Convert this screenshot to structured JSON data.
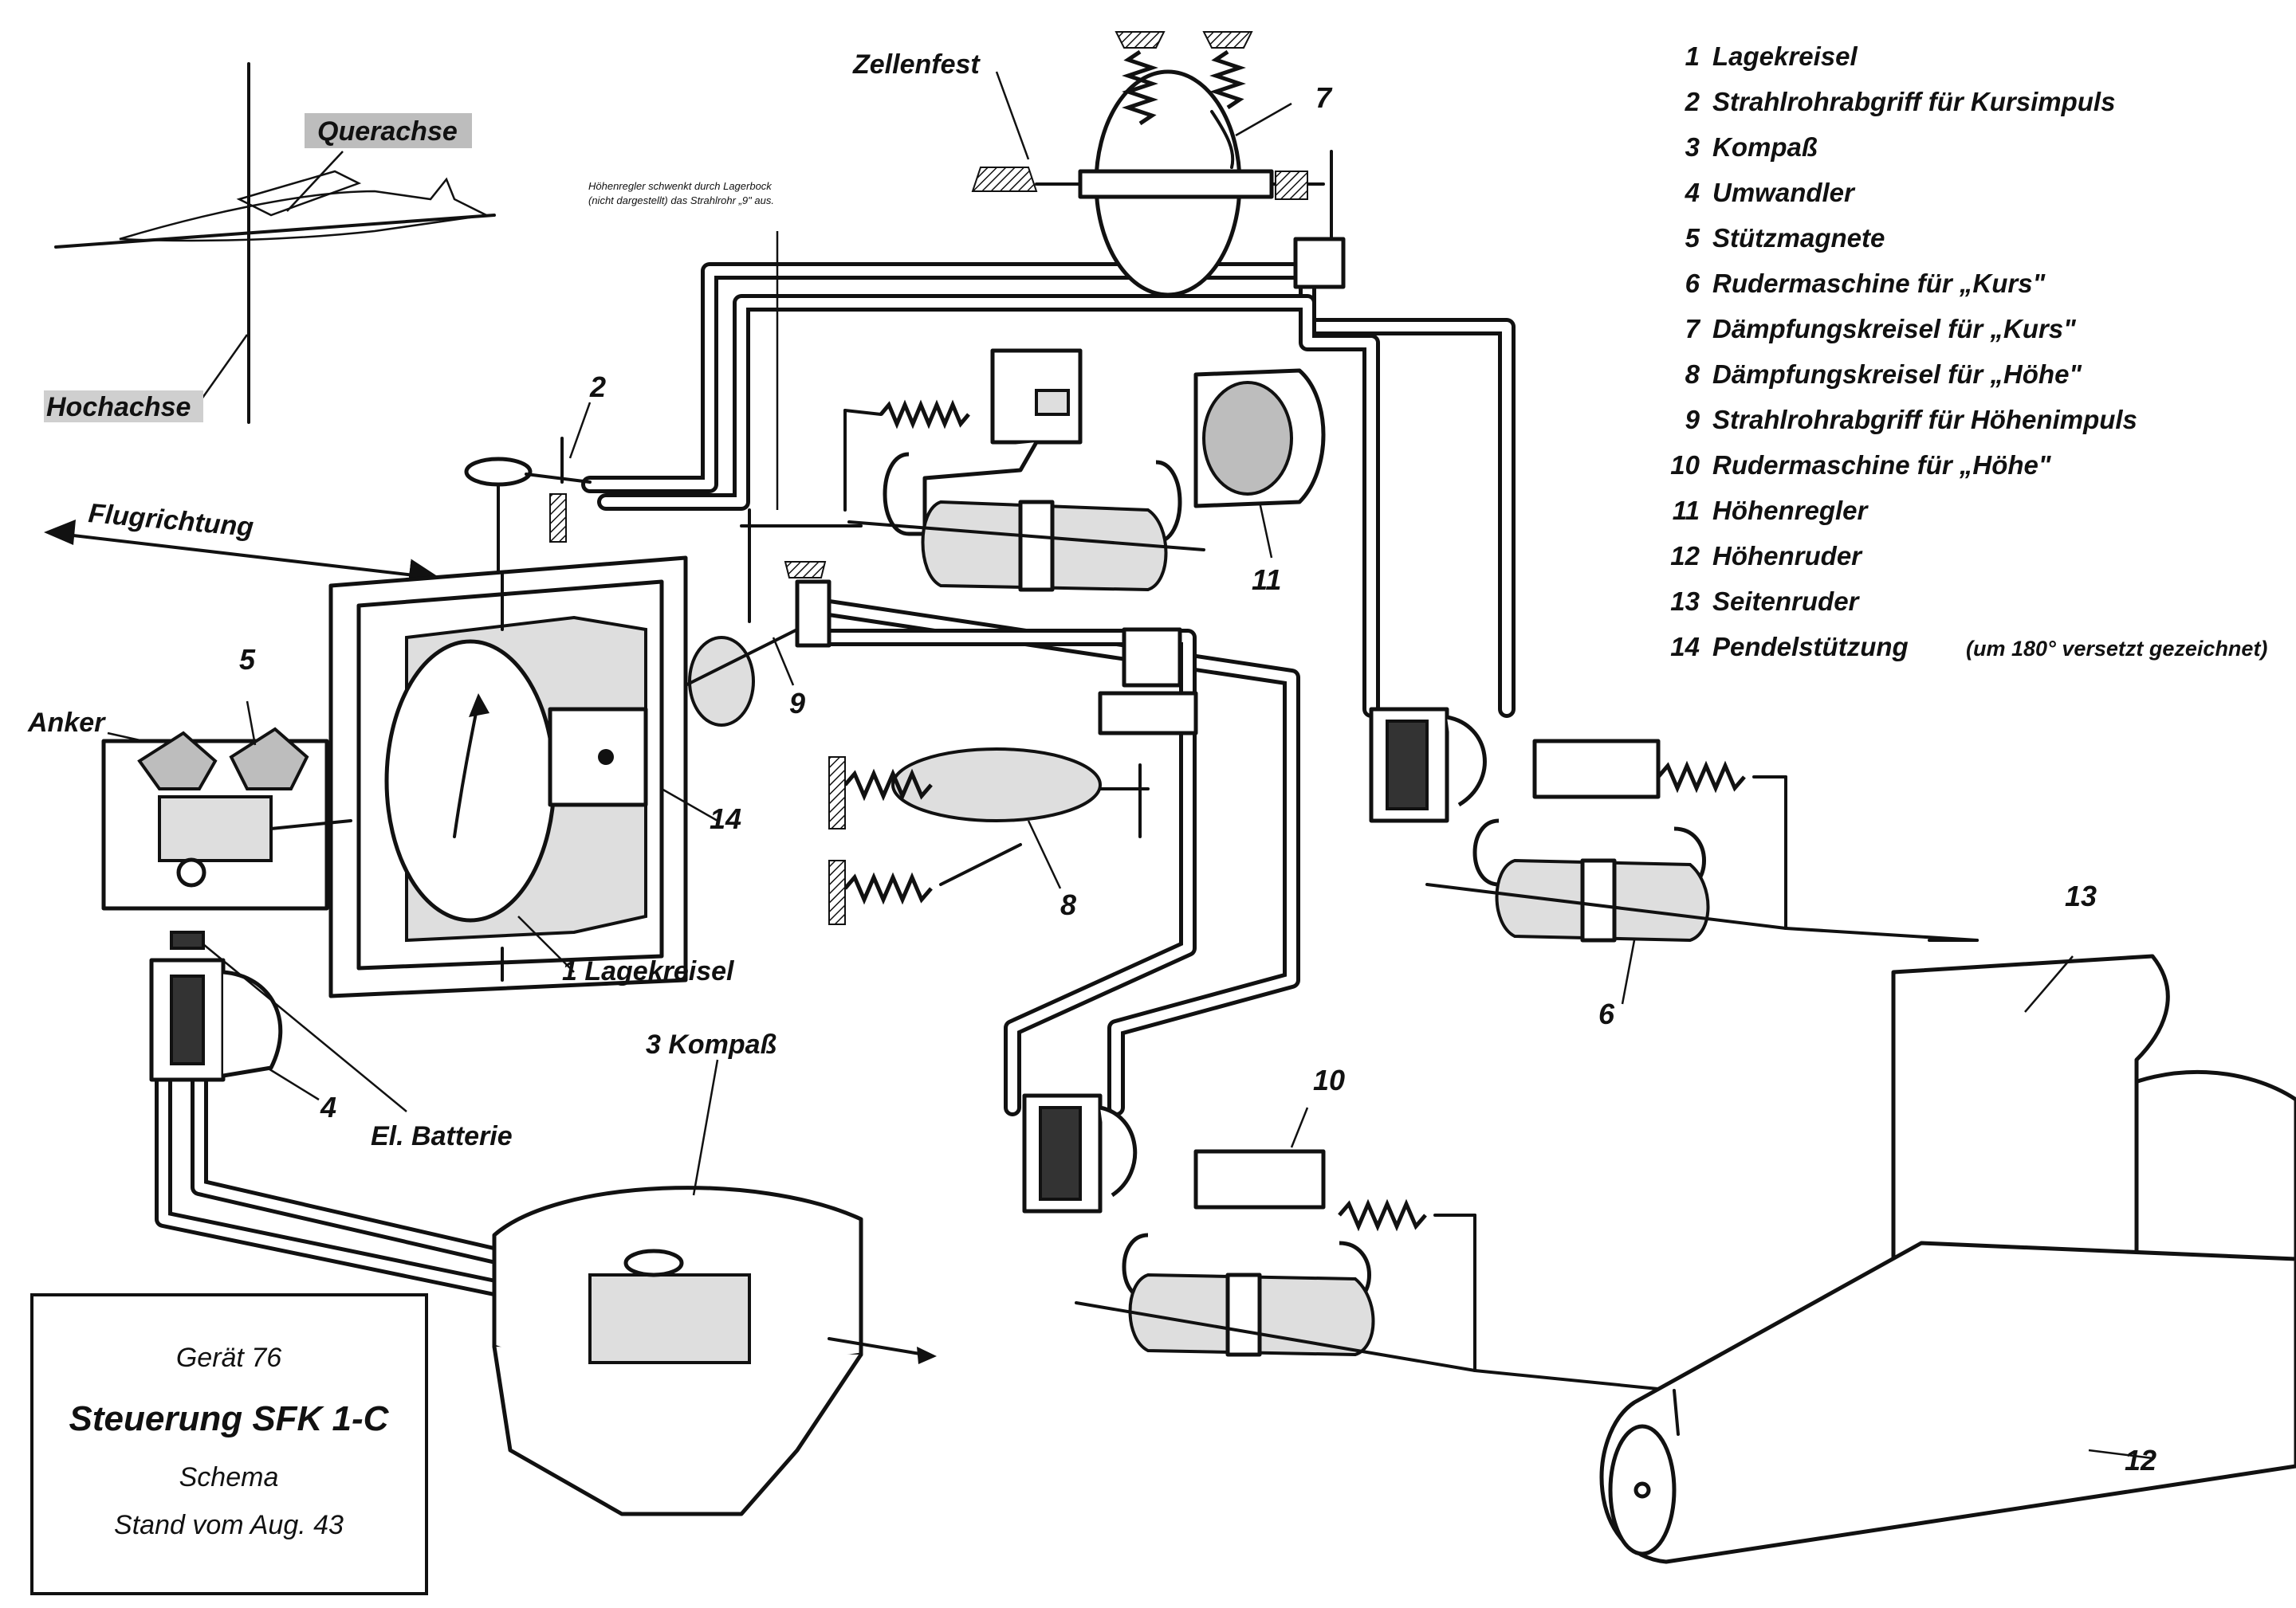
{
  "axes_inset": {
    "querachse": "Querachse",
    "hochachse": "Hochachse"
  },
  "direction_label": "Flugrichtung",
  "component_labels": {
    "anker": "Anker",
    "zellenfest": "Zellenfest",
    "lagekreisel": "1 Lagekreisel",
    "kompass": "3 Kompaß",
    "batterie": "El. Batterie",
    "hoehenregler_note": [
      "Höhenregler schwenkt durch Lagerbock",
      "(nicht dargestellt) das Strahlrohr „9\" aus."
    ]
  },
  "numbers": [
    "2",
    "4",
    "5",
    "6",
    "7",
    "8",
    "9",
    "10",
    "11",
    "12",
    "13",
    "14"
  ],
  "legend": [
    {
      "num": "1",
      "text": "Lagekreisel"
    },
    {
      "num": "2",
      "text": "Strahlrohrabgriff für Kursimpuls"
    },
    {
      "num": "3",
      "text": "Kompaß"
    },
    {
      "num": "4",
      "text": "Umwandler"
    },
    {
      "num": "5",
      "text": "Stützmagnete"
    },
    {
      "num": "6",
      "text": "Rudermaschine für „Kurs\""
    },
    {
      "num": "7",
      "text": "Dämpfungskreisel für „Kurs\""
    },
    {
      "num": "8",
      "text": "Dämpfungskreisel für „Höhe\""
    },
    {
      "num": "9",
      "text": "Strahlrohrabgriff für Höhenimpuls"
    },
    {
      "num": "10",
      "text": "Rudermaschine für „Höhe\""
    },
    {
      "num": "11",
      "text": "Höhenregler"
    },
    {
      "num": "12",
      "text": "Höhenruder"
    },
    {
      "num": "13",
      "text": "Seitenruder"
    },
    {
      "num": "14",
      "text": "Pendelstützung",
      "note": "(um 180° versetzt gezeichnet)"
    }
  ],
  "title_box": {
    "line1": "Gerät 76",
    "line2": "Steuerung SFK 1-C",
    "line3": "Schema",
    "line4": "Stand vom Aug. 43"
  }
}
